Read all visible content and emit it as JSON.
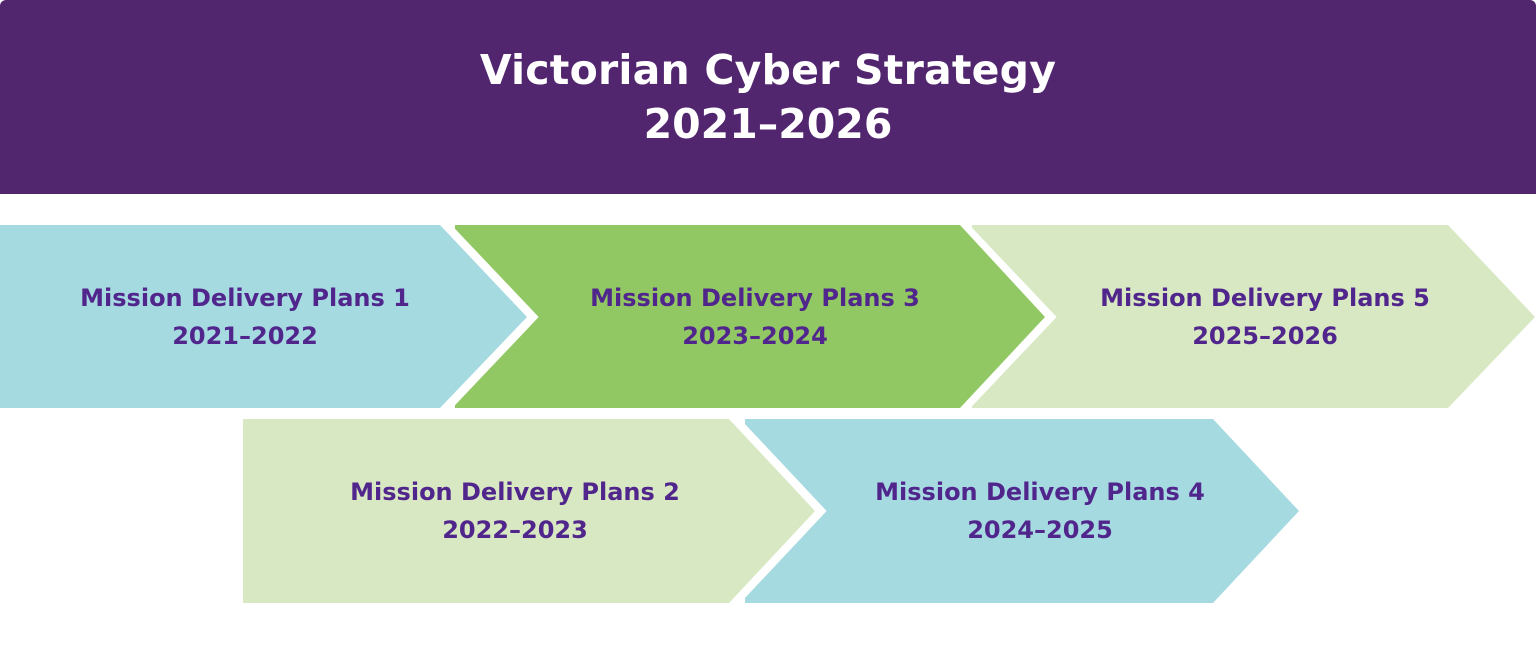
{
  "header": {
    "title": "Victorian Cyber Strategy",
    "period": "2021–2026",
    "background_color": "#51266f",
    "text_color": "#ffffff"
  },
  "plans": [
    {
      "label": "Mission Delivery Plans 1",
      "period": "2021–2022",
      "row": 1,
      "color": "#a6dae1"
    },
    {
      "label": "Mission Delivery Plans 2",
      "period": "2022–2023",
      "row": 2,
      "color": "#d7e8c3"
    },
    {
      "label": "Mission Delivery Plans 3",
      "period": "2023–2024",
      "row": 1,
      "color": "#92c864"
    },
    {
      "label": "Mission Delivery Plans 4",
      "period": "2024–2025",
      "row": 2,
      "color": "#a6dae1"
    },
    {
      "label": "Mission Delivery Plans 5",
      "period": "2025–2026",
      "row": 1,
      "color": "#d7e8c3"
    }
  ],
  "label_color": "#51268c"
}
